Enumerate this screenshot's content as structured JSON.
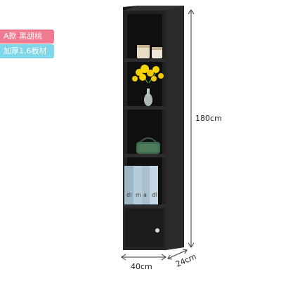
{
  "badges": {
    "model": "A款 黑胡桃",
    "thickness": "加厚1.6板材"
  },
  "dimensions": {
    "height": "180cm",
    "width": "40cm",
    "depth": "24cm"
  },
  "colors": {
    "cabinet": "#1e1e1e",
    "accent_pink": "#f07b90",
    "accent_cyan": "#7fd6e8",
    "flowers": "#f5d000"
  }
}
